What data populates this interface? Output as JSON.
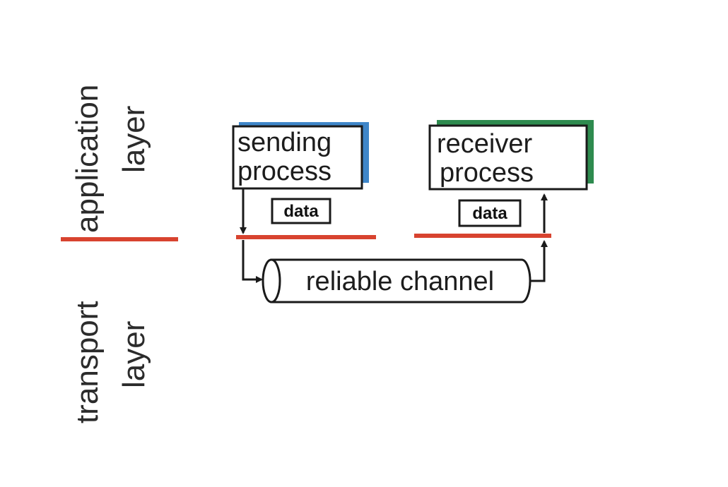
{
  "layers": {
    "application_line1": "application",
    "application_line2": "layer",
    "transport_line1": "transport",
    "transport_line2": "layer"
  },
  "sender": {
    "line1": "sending",
    "line2": "process",
    "data_label": "data"
  },
  "receiver": {
    "line1": "receiver",
    "line2": "process",
    "data_label": "data"
  },
  "channel": {
    "label": "reliable channel"
  },
  "colors": {
    "layer_divider": "#d8432f",
    "sender_accent": "#3f86c9",
    "receiver_accent": "#2e8b4f",
    "outline": "#1a1a1a"
  }
}
